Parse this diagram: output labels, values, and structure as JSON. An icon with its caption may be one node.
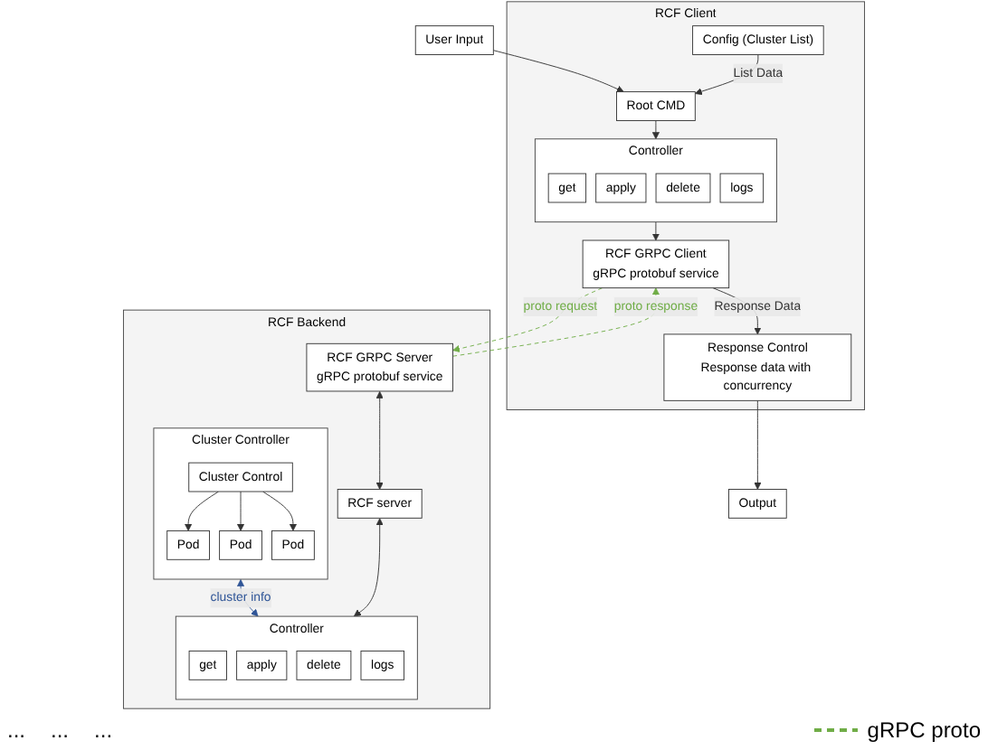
{
  "diagram": {
    "nodes": [
      {
        "text": [
          "RCF Client"
        ]
      },
      {
        "text": [
          "User Input"
        ]
      },
      {
        "text": [
          "Config (Cluster List)"
        ],
        "in": 0
      },
      {
        "text": [
          "Root CMD"
        ],
        "in": 0
      },
      {
        "text": [
          "Controller"
        ],
        "in": 0
      },
      {
        "text": [
          "get"
        ],
        "in": 4
      },
      {
        "text": [
          "apply"
        ],
        "in": 4
      },
      {
        "text": [
          "delete"
        ],
        "in": 4
      },
      {
        "text": [
          "logs"
        ],
        "in": 4
      },
      {
        "text": [
          "Response Control",
          "Response data with concurrency"
        ],
        "in": 0
      },
      {
        "text": [
          "RCF GRPC Client",
          "gRPC protobuf service"
        ],
        "in": 0
      },
      {
        "text": [
          "Output"
        ]
      },
      {
        "text": [
          "RCF Backend"
        ]
      },
      {
        "text": [
          "Cluster Controller"
        ],
        "in": 12
      },
      {
        "text": [
          "Cluster Control"
        ],
        "in": 13
      },
      {
        "text": [
          "Pod"
        ],
        "in": 13
      },
      {
        "text": [
          "Pod"
        ],
        "in": 13
      },
      {
        "text": [
          "Pod"
        ],
        "in": 13
      },
      {
        "text": [
          "Controller"
        ],
        "in": 12
      },
      {
        "text": [
          "get"
        ],
        "in": 18
      },
      {
        "text": [
          "apply"
        ],
        "in": 18
      },
      {
        "text": [
          "delete"
        ],
        "in": 18
      },
      {
        "text": [
          "logs"
        ],
        "in": 18
      },
      {
        "text": [
          "RCF GRPC Server",
          "gRPC protobuf service"
        ],
        "in": 12
      },
      {
        "text": [
          "RCF server"
        ],
        "in": 12
      }
    ],
    "edges": [
      {
        "from": 1,
        "to": 3,
        "arrow": "to"
      },
      {
        "from": 2,
        "to": 3,
        "arrow": "to",
        "label": "List Data"
      },
      {
        "from": 3,
        "to": 4,
        "arrow": "to"
      },
      {
        "from": 4,
        "to": 10,
        "arrow": "to"
      },
      {
        "from": 10,
        "to": 9,
        "arrow": "to",
        "label": "Response Data"
      },
      {
        "from": 9,
        "to": 11,
        "arrow": "to"
      },
      {
        "from": 10,
        "to": 23,
        "arrow": "to",
        "label": "proto request",
        "style": "dashed",
        "color": "#70ad47"
      },
      {
        "from": 23,
        "to": 10,
        "arrow": "to",
        "label": "proto response",
        "style": "dashed",
        "color": "#70ad47"
      },
      {
        "from": 14,
        "to": 15,
        "arrow": "to"
      },
      {
        "from": 14,
        "to": 16,
        "arrow": "to"
      },
      {
        "from": 14,
        "to": 17,
        "arrow": "to"
      },
      {
        "from": 13,
        "to": 18,
        "arrow": "both",
        "label": "cluster info",
        "color": "#2f5597"
      },
      {
        "from": 24,
        "to": 18,
        "arrow": "both"
      },
      {
        "from": 23,
        "to": 24,
        "arrow": "both"
      }
    ],
    "labels": [
      "...",
      "...",
      "..."
    ],
    "legend": [
      {
        "text": "gRPC proto"
      }
    ]
  }
}
